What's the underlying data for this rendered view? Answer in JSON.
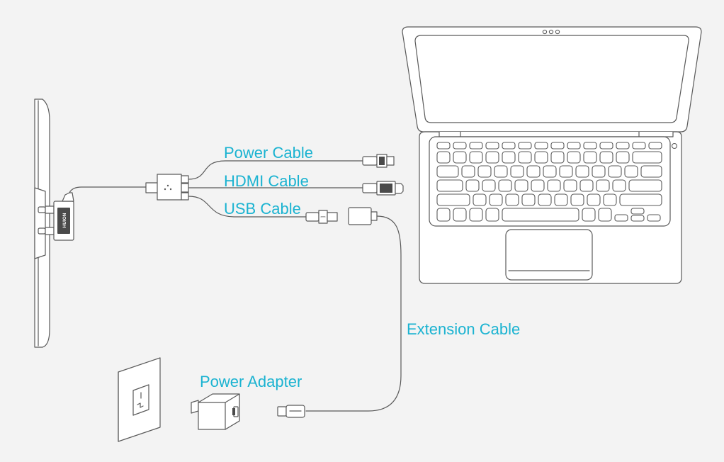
{
  "labels": {
    "power_cable": "Power Cable",
    "hdmi_cable": "HDMI Cable",
    "usb_cable": "USB Cable",
    "extension_cable": "Extension Cable",
    "power_adapter": "Power Adapter"
  },
  "device_brand": "HUION",
  "colors": {
    "background": "#f3f3f3",
    "label": "#1bb3d1",
    "line": "#5a5a5a"
  }
}
